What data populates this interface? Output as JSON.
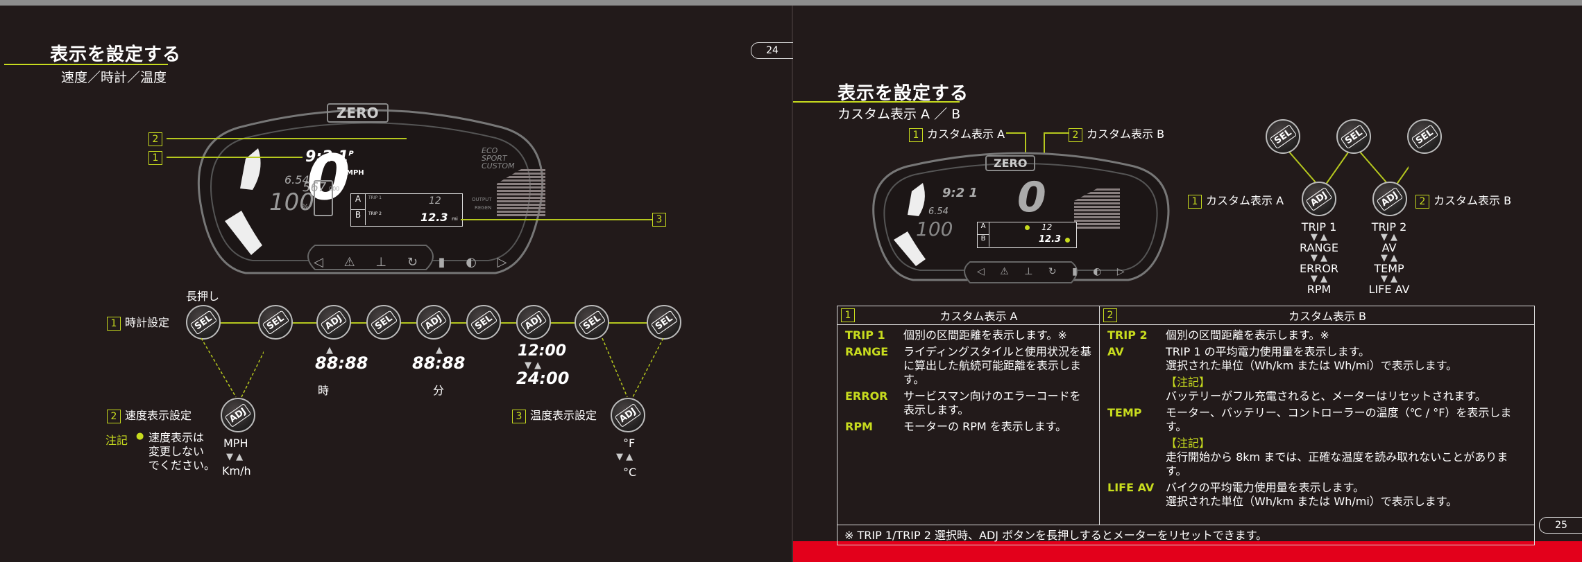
{
  "left": {
    "page_number": "24",
    "title": "表示を設定する",
    "subtitle": "速度／時計／温度",
    "dashboard": {
      "brand": "ZERO",
      "clock": "9:2 1",
      "clock_suffix": "P",
      "speed": "0",
      "speed_unit": "MPH",
      "odometer": "567",
      "odo_unit": "000",
      "charge_small": "6.54",
      "charge_percent": "100",
      "percent_sign": "%",
      "modes": [
        "ECO",
        "SPORT",
        "CUSTOM"
      ],
      "output_label": "OUTPUT",
      "regen_label": "REGEN",
      "trip_a_label": "A",
      "trip_b_label": "B",
      "trip1_name": "TRIP 1",
      "trip2_name": "TRIP 2",
      "trip_a_value": "12",
      "trip_b_value": "12.3",
      "trip_unit": "mi"
    },
    "callouts": [
      "2",
      "1",
      "3"
    ],
    "long_press": "長押し",
    "clock_setting": {
      "num": "1",
      "label": "時計設定"
    },
    "speed_setting": {
      "num": "2",
      "label": "速度表示設定"
    },
    "temp_setting": {
      "num": "3",
      "label": "温度表示設定"
    },
    "note": {
      "label": "注記",
      "bullet": "●",
      "lines": [
        "速度表示は",
        "変更しない",
        "でください。"
      ]
    },
    "speed_units": [
      "MPH",
      "Km/h"
    ],
    "temp_units": [
      "°F",
      "°C"
    ],
    "hour_label": "時",
    "minute_label": "分",
    "hour_display": "88:88",
    "minute_display": "88:88",
    "format_12": "12:00",
    "format_24": "24:00",
    "buttons": [
      "SEL",
      "SEL",
      "ADJ",
      "SEL",
      "ADJ",
      "SEL",
      "ADJ",
      "SEL",
      "SEL",
      "ADJ",
      "ADJ"
    ]
  },
  "right": {
    "page_number": "25",
    "title": "表示を設定する",
    "subtitle": "カスタム表示 A ／ B",
    "callout_a": {
      "num": "1",
      "label": "カスタム表示 A"
    },
    "callout_b": {
      "num": "2",
      "label": "カスタム表示 B"
    },
    "flow_a": [
      "TRIP 1",
      "RANGE",
      "ERROR",
      "RPM"
    ],
    "flow_b": [
      "TRIP 2",
      "AV",
      "TEMP",
      "LIFE AV"
    ],
    "sel_label": "SEL",
    "adj_label": "ADJ",
    "table": {
      "col_a": {
        "num": "1",
        "title": "カスタム表示 A"
      },
      "col_b": {
        "num": "2",
        "title": "カスタム表示 B"
      },
      "rows_a": [
        {
          "key": "TRIP 1",
          "value": "個別の区間距離を表示します。※"
        },
        {
          "key": "RANGE",
          "value": "ライディングスタイルと使用状況を基に算出した航続可能距離を表示します。"
        },
        {
          "key": "ERROR",
          "value": "サービスマン向けのエラーコードを表示します。"
        },
        {
          "key": "RPM",
          "value": "モーターの RPM を表示します。"
        }
      ],
      "rows_b": [
        {
          "key": "TRIP 2",
          "value": "個別の区間距離を表示します。※"
        },
        {
          "key": "AV",
          "value": "TRIP 1 の平均電力使用量を表示します。",
          "value2": "選択された単位（Wh/km または Wh/mi）で表示します。"
        },
        {
          "key": "",
          "note": "【注記】",
          "value": "バッテリーがフル充電されると、メーターはリセットされます。"
        },
        {
          "key": "TEMP",
          "value": "モーター、バッテリー、コントローラーの温度（℃ / °F）を表示します。"
        },
        {
          "key": "",
          "note": "【注記】",
          "value": "走行開始から 8km までは、正確な温度を読み取れないことがあります。"
        },
        {
          "key": "LIFE AV",
          "value": "バイクの平均電力使用量を表示します。",
          "value2": "選択された単位（Wh/km または Wh/mi）で表示します。"
        }
      ],
      "footnote": "※ TRIP 1/TRIP 2 選択時、ADJ ボタンを長押しするとメーターをリセットできます。"
    }
  },
  "colors": {
    "accent": "#c8dc1e",
    "background": "#221a1a",
    "red_bar": "#e3001b"
  }
}
